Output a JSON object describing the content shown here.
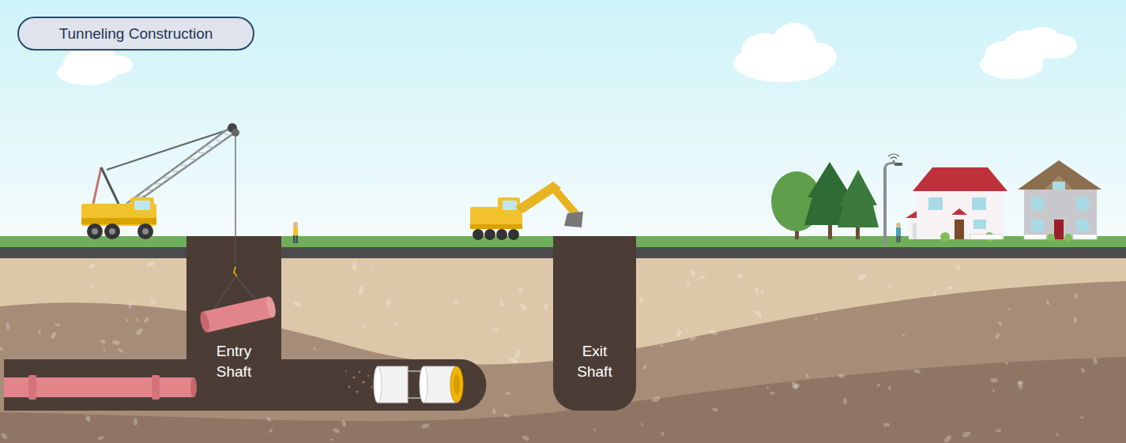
{
  "diagram": {
    "title": "Tunneling Construction",
    "nodes": [
      {
        "text": [
          "Entry Shaft"
        ]
      },
      {
        "text": [
          "Exit Shaft"
        ]
      }
    ]
  }
}
